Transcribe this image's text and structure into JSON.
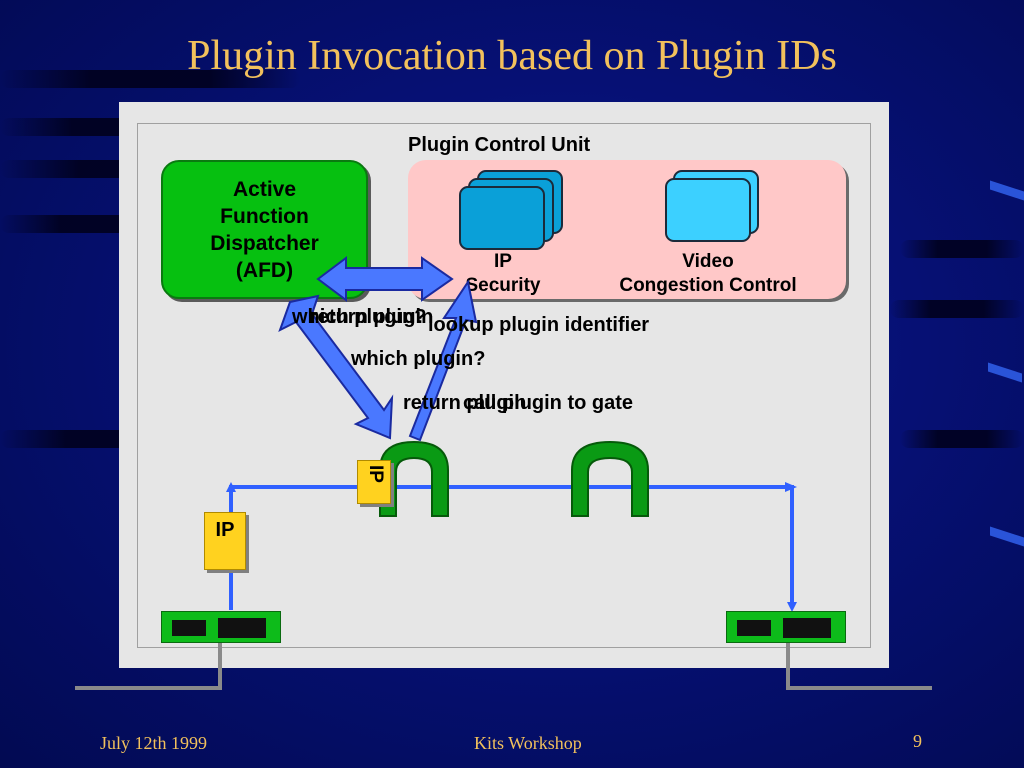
{
  "slide": {
    "title": "Plugin Invocation based on Plugin IDs",
    "footer": {
      "date": "July 12th 1999",
      "event": "Kits Workshop",
      "page": "9"
    }
  },
  "diagram": {
    "pcu_label": "Plugin Control Unit",
    "afd_lines": [
      "Active",
      "Function",
      "Dispatcher",
      "(AFD)"
    ],
    "plugins": [
      {
        "lines": [
          "IP",
          "Security"
        ],
        "color": "#0aa0d8"
      },
      {
        "lines": [
          "Video",
          "Congestion Control"
        ],
        "color": "#3cd0ff"
      }
    ],
    "annotations": {
      "which_plugin_top_a": "which plugin?",
      "which_plugin_top_b": "return plugin",
      "lookup": "lookup plugin identifier",
      "which_plugin_mid": "which plugin?",
      "return_plugin": "return plugin",
      "call_plugin": "call plugin to gate"
    },
    "packet_tags": [
      "IP",
      "IP"
    ],
    "colors": {
      "arrow": "#3060ff",
      "afd": "#06c010",
      "pcu": "#ffc8c8",
      "gate": "#0a9a14",
      "tag": "#ffd21f"
    }
  }
}
